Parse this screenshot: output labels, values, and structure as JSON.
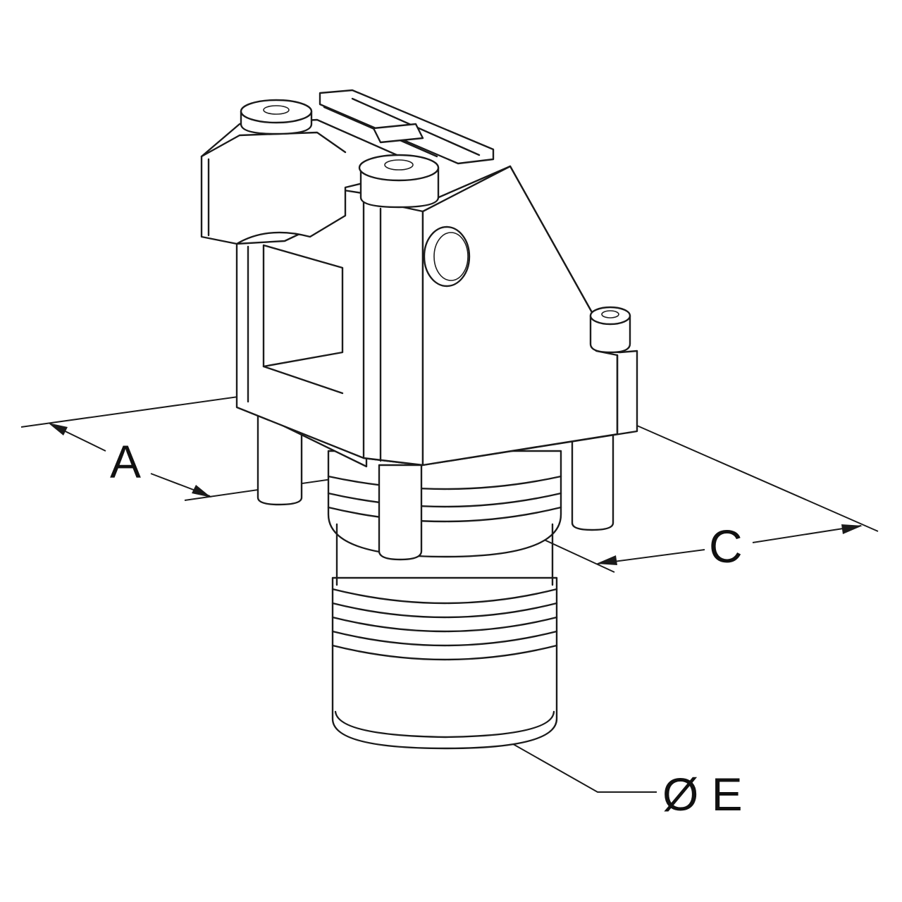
{
  "dimensions": {
    "a": {
      "label": "A"
    },
    "c": {
      "label": "C"
    },
    "e": {
      "label": "Ø E"
    }
  },
  "colors": {
    "line": "#1a1a1a",
    "background": "#ffffff"
  }
}
